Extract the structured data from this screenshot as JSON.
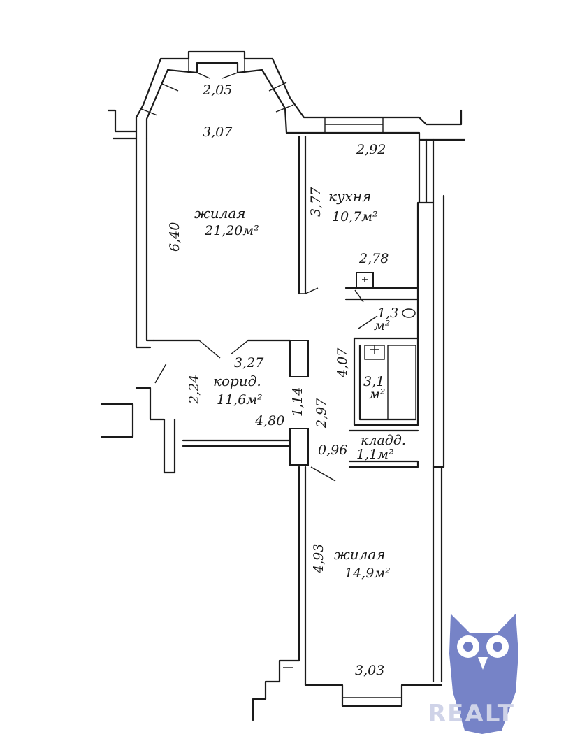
{
  "rooms": [
    {
      "name": "жилая",
      "area": "21,20м²"
    },
    {
      "name": "кухня",
      "area": "10,7м²"
    },
    {
      "name": "корид.",
      "area": "11,6м²"
    },
    {
      "name": "1,3",
      "area": "м²"
    },
    {
      "name": "3,1",
      "area": "м²"
    },
    {
      "name": "кладд.",
      "area": "1,1м²"
    },
    {
      "name": "жилая",
      "area": "14,9м²"
    }
  ],
  "dimensions": [
    "2,05",
    "3,07",
    "6,40",
    "3,77",
    "2,92",
    "2,78",
    "4,07",
    "3,27",
    "2,24",
    "1,14",
    "2,97",
    "4,80",
    "0,96",
    "4,93",
    "3,03"
  ],
  "watermark": {
    "text": "REALT",
    "color": "#6f7cc4"
  }
}
